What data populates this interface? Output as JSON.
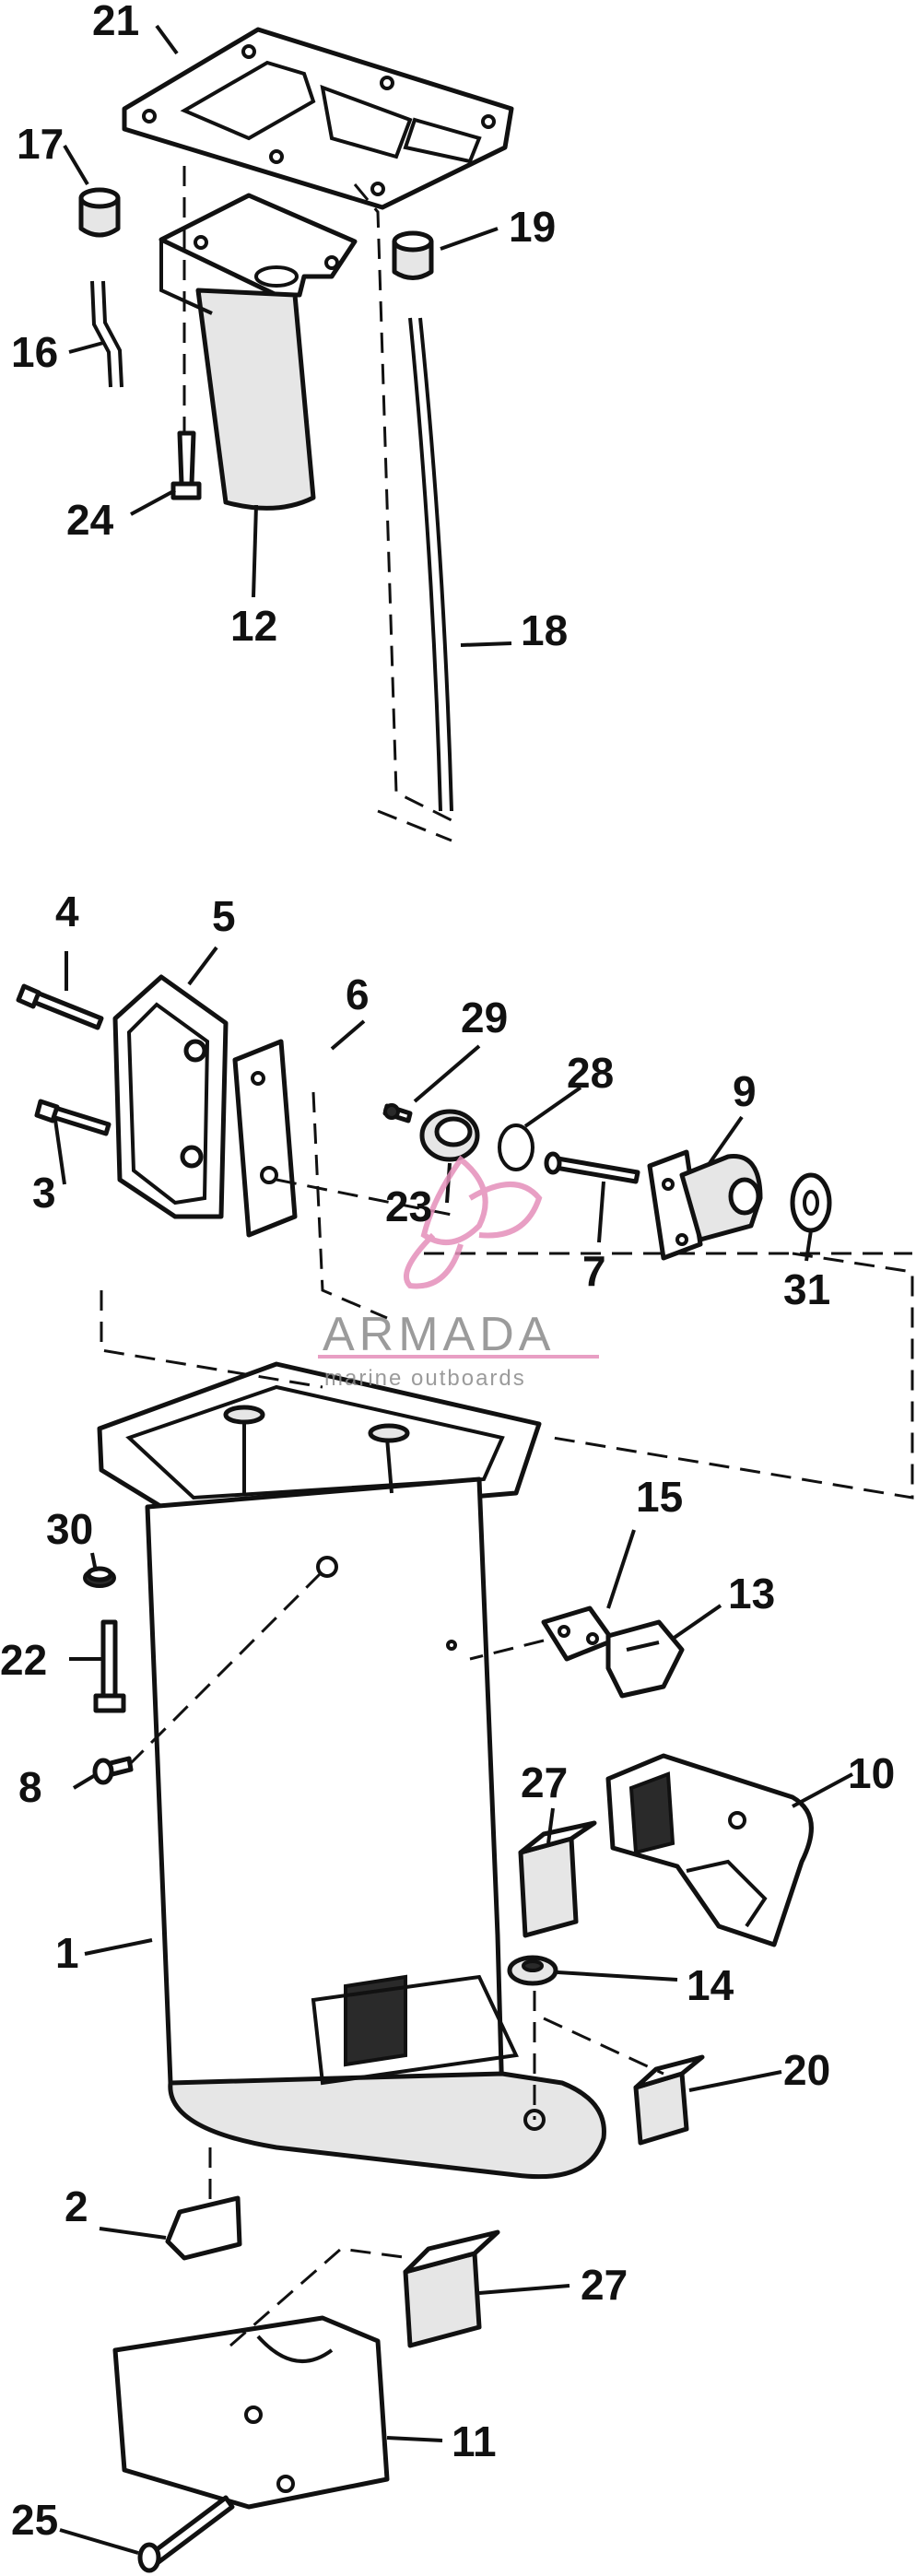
{
  "callouts": {
    "p1": "1",
    "p2": "2",
    "p3": "3",
    "p4": "4",
    "p5": "5",
    "p6": "6",
    "p7": "7",
    "p8": "8",
    "p9": "9",
    "p10": "10",
    "p11": "11",
    "p12": "12",
    "p13": "13",
    "p14": "14",
    "p15": "15",
    "p16": "16",
    "p17": "17",
    "p18": "18",
    "p19": "19",
    "p20": "20",
    "p21": "21",
    "p22": "22",
    "p23": "23",
    "p24": "24",
    "p25": "25",
    "p27a": "27",
    "p27b": "27",
    "p28": "28",
    "p29": "29",
    "p30": "30",
    "p31": "31"
  },
  "watermark": {
    "brand": "ARMADA",
    "tagline": "marine outboards",
    "logo_color": "#e58fba"
  }
}
